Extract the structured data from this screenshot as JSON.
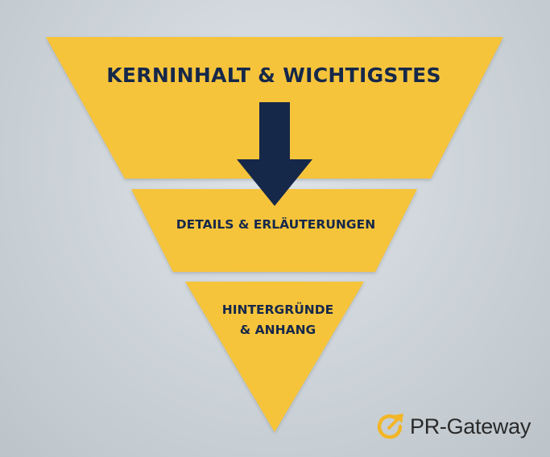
{
  "levels": [
    {
      "label": "KERNINHALT & WICHTIGSTES"
    },
    {
      "label": "DETAILS & ERLÄUTERUNGEN"
    },
    {
      "label_line1": "HINTERGRÜNDE",
      "label_line2": "& ANHANG"
    }
  ],
  "logo": {
    "text": "PR-Gateway",
    "icon": "gateway-circle-arrow-icon",
    "icon_color": "#f2b627"
  },
  "colors": {
    "fill": "#f6c43a",
    "text": "#16284a",
    "arrow": "#16284a"
  }
}
